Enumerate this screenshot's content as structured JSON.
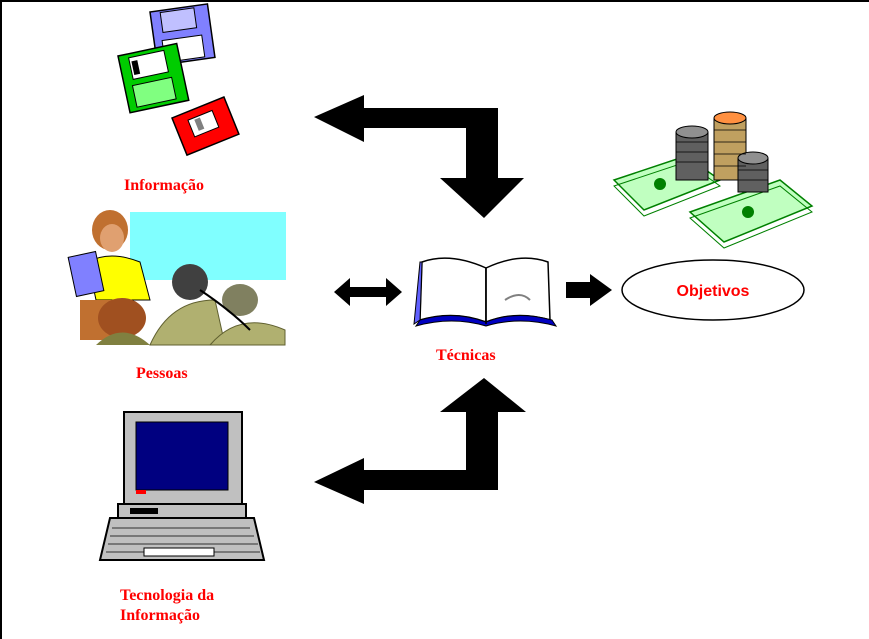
{
  "nodes": {
    "informacao": {
      "label": "Informação",
      "icon": "floppy-disks-icon"
    },
    "pessoas": {
      "label": "Pessoas",
      "icon": "people-meeting-icon"
    },
    "tecnologia": {
      "label_line1": "Tecnologia da",
      "label_line2": "Informação",
      "icon": "computer-icon"
    },
    "tecnicas": {
      "label": "Técnicas",
      "icon": "open-book-icon"
    },
    "objetivos": {
      "label": "Objetivos",
      "icon": "money-coins-icon"
    }
  },
  "colors": {
    "label": "#ff0000",
    "arrow": "#000000"
  }
}
